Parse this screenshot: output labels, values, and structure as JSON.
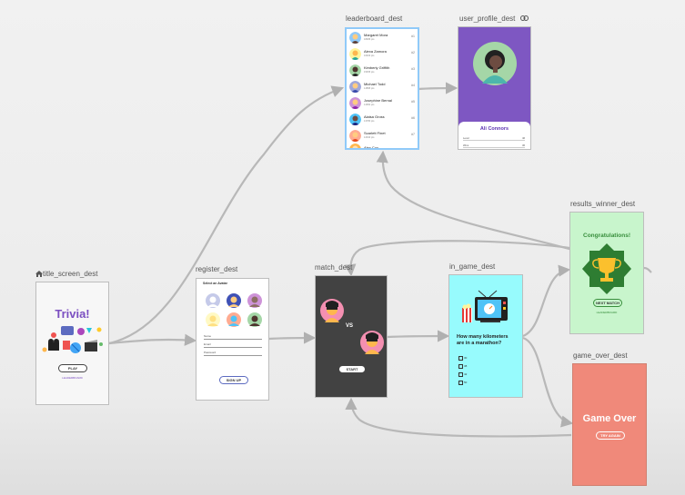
{
  "destinations": {
    "title_screen": {
      "label": "title_screen_dest",
      "title": "Trivia!",
      "play_button": "PLAY",
      "leaderboard_link": "LEADERBOARD"
    },
    "register": {
      "label": "register_dest",
      "heading": "Select an Avatar",
      "fields": [
        "Name",
        "Email",
        "Password"
      ],
      "signup_button": "SIGN UP"
    },
    "match": {
      "label": "match_dest",
      "vs_text": "VS",
      "start_button": "START"
    },
    "in_game": {
      "label": "in_game_dest",
      "question": "How many kilometers are in a marathon?",
      "answers": [
        "30",
        "38",
        "42",
        "50"
      ]
    },
    "results_winner": {
      "label": "results_winner_dest",
      "title": "Congratulations!",
      "next_button": "NEXT MATCH",
      "leaderboard_link": "LEADERBOARD"
    },
    "game_over": {
      "label": "game_over_dest",
      "title": "Game Over",
      "retry_button": "TRY AGAIN"
    },
    "leaderboard": {
      "label": "leaderboard_dest",
      "rows": [
        {
          "name": "Margaret Mora",
          "sub": "18486 pts",
          "rank": "#1"
        },
        {
          "name": "Alexa Zamora",
          "sub": "16403 pts",
          "rank": "#2"
        },
        {
          "name": "Kimberly Griffith",
          "sub": "15455 pts",
          "rank": "#3"
        },
        {
          "name": "Michael Todd",
          "sub": "14895 pts",
          "rank": "#4"
        },
        {
          "name": "Josephine Bernal",
          "sub": "14062 pts",
          "rank": "#5"
        },
        {
          "name": "Alaisa Gross",
          "sub": "13780 pts",
          "rank": "#6"
        },
        {
          "name": "Scarlett Finet",
          "sub": "12910 pts",
          "rank": "#7"
        },
        {
          "name": "Alex Cox",
          "sub": "",
          "rank": ""
        }
      ]
    },
    "user_profile": {
      "label": "user_profile_dest",
      "name": "Ali Connors",
      "stats": [
        {
          "label": "Level",
          "value": "46"
        },
        {
          "label": "Wins",
          "value": "36"
        }
      ]
    }
  },
  "icons": {
    "start_destination": "home-icon",
    "deep_link": "link-icon"
  },
  "colors": {
    "edge": "#b0b0b0",
    "match_bg": "#424242",
    "in_game_bg": "#97fbfd",
    "results_bg": "#c8f5cc",
    "game_over_bg": "#f0897a",
    "profile_bg": "#7e57c2",
    "title_purple": "#7b4fc1",
    "selection": "#90caf9"
  }
}
